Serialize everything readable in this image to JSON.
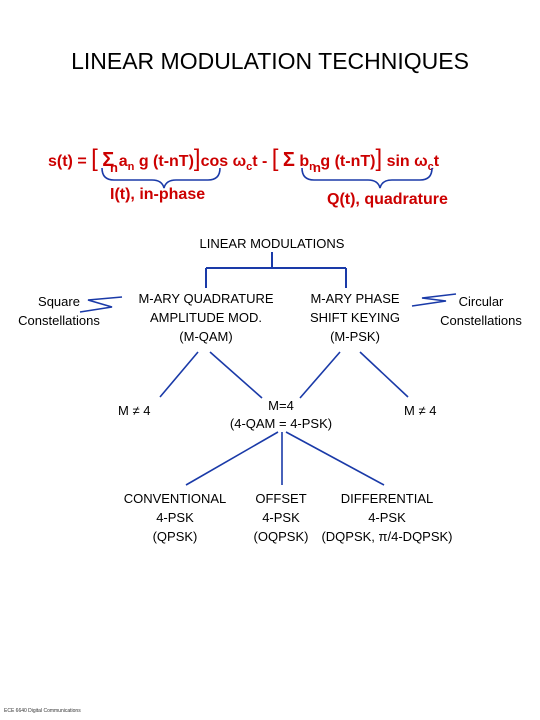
{
  "title": "LINEAR MODULATION TECHNIQUES",
  "equation": {
    "prefix": "s(t) =",
    "sum_sym": "Σ",
    "index": "n",
    "a_term": "a",
    "a_sub": "n",
    "g1": "g (t-nT)",
    "cos_part": "cos",
    "omega": "ω",
    "c_sub": "c",
    "t_minus": "t -",
    "b_term": "b",
    "b_sub": "n",
    "g2": "g (t-nT)",
    "sin_part": "sin",
    "t_end": "t",
    "inphase_label": "I(t), in-phase",
    "quad_label": "Q(t), quadrature"
  },
  "tree": {
    "root": "LINEAR MODULATIONS",
    "qam_lines": [
      "M-ARY QUADRATURE",
      "AMPLITUDE MOD.",
      "(M-QAM)"
    ],
    "psk_lines": [
      "M-ARY PHASE",
      "SHIFT KEYING",
      "(M-PSK)"
    ],
    "square_lines": [
      "Square",
      "Constellations"
    ],
    "circular_lines": [
      "Circular",
      "Constellations"
    ],
    "m_neq_left": "M ≠ 4",
    "m_eq_center": "M=4",
    "m_eq_center_sub": "(4-QAM = 4-PSK)",
    "m_neq_right": "M ≠ 4",
    "conventional_lines": [
      "CONVENTIONAL",
      "4-PSK",
      "(QPSK)"
    ],
    "offset_lines": [
      "OFFSET",
      "4-PSK",
      "(OQPSK)"
    ],
    "differential_lines": [
      "DIFFERENTIAL",
      "4-PSK",
      "(DQPSK, π/4-DQPSK)"
    ]
  },
  "footer": "ECE 6640 Digital Communications",
  "colors": {
    "red": "#cc0000",
    "blue": "#1a3aa8",
    "black": "#000000"
  }
}
